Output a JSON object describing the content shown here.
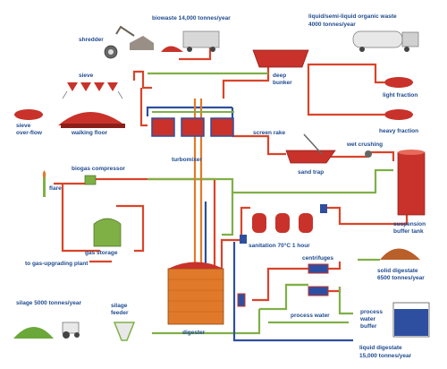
{
  "labels": {
    "biowaste": "biowaste 14,000 tonnes/year",
    "liquid_waste_1": "liquid/semi-liquid organic waste",
    "liquid_waste_2": "4000 tonnes/year",
    "shredder": "shredder",
    "sieve": "sieve",
    "deep_bunker_1": "deep",
    "deep_bunker_2": "bunker",
    "light_fraction": "light fraction",
    "heavy_fraction": "heavy fraction",
    "sieve_overflow_1": "sieve",
    "sieve_overflow_2": "over-flow",
    "walking_floor": "walking floor",
    "screen_rake": "screen rake",
    "wet_crushing": "wet crushing",
    "turbomixer": "turbomixer",
    "sand_trap": "sand trap",
    "biogas_compressor": "biogas compressor",
    "flare": "flare",
    "suspension_1": "suspension",
    "suspension_2": "buffer tank",
    "gas_storage": "gas storage",
    "sanitation": "sanitation 70°C 1 hour",
    "to_gas_upgrading": "to gas-upgrading plant",
    "centrifuges": "centrifuges",
    "solid_digestate_1": "solid digestate",
    "solid_digestate_2": "6500 tonnes/year",
    "silage": "silage 5000 tonnes/year",
    "silage_feeder_1": "silage",
    "silage_feeder_2": "feeder",
    "process_water_buffer_1": "process",
    "process_water_buffer_2": "water",
    "process_water_buffer_3": "buffer",
    "process_water": "process water",
    "digester": "digester",
    "liquid_digestate_1": "liquid digestate",
    "liquid_digestate_2": "15,000 tonnes/year"
  },
  "colors": {
    "label_text": "#1f4a8f",
    "pipe_red": "#d9442a",
    "pipe_green": "#7fb046",
    "pipe_blue": "#2e4fa0",
    "vessel_red": "#c8322a",
    "digester_orange": "#e07a2a",
    "soil_brown": "#b85f2a",
    "grass_green": "#6aa83a"
  }
}
